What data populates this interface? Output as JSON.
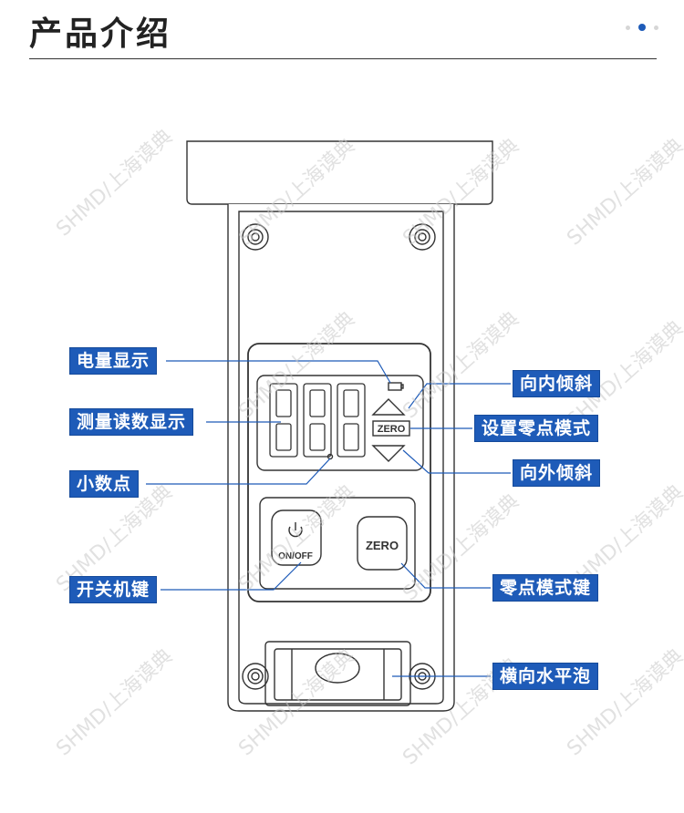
{
  "header": {
    "title": "产品介绍",
    "pager": {
      "count": 3,
      "active_index": 1
    }
  },
  "device": {
    "display_digits": "888",
    "zero_button_label": "ZERO",
    "on_off_label": "ON/OFF",
    "zero_indicator": "ZERO"
  },
  "watermark": {
    "text": "SHMD/上海谟典"
  },
  "callouts": {
    "battery": "电量显示",
    "reading": "测量读数显示",
    "decimal": "小数点",
    "power_key": "开关机键",
    "tilt_in": "向内倾斜",
    "set_zero": "设置零点模式",
    "tilt_out": "向外倾斜",
    "zero_key": "零点模式键",
    "horizontal_bubble": "横向水平泡"
  },
  "colors": {
    "accent": "#1e5bb8",
    "outline": "#333333",
    "watermark": "#c8c8c8"
  }
}
